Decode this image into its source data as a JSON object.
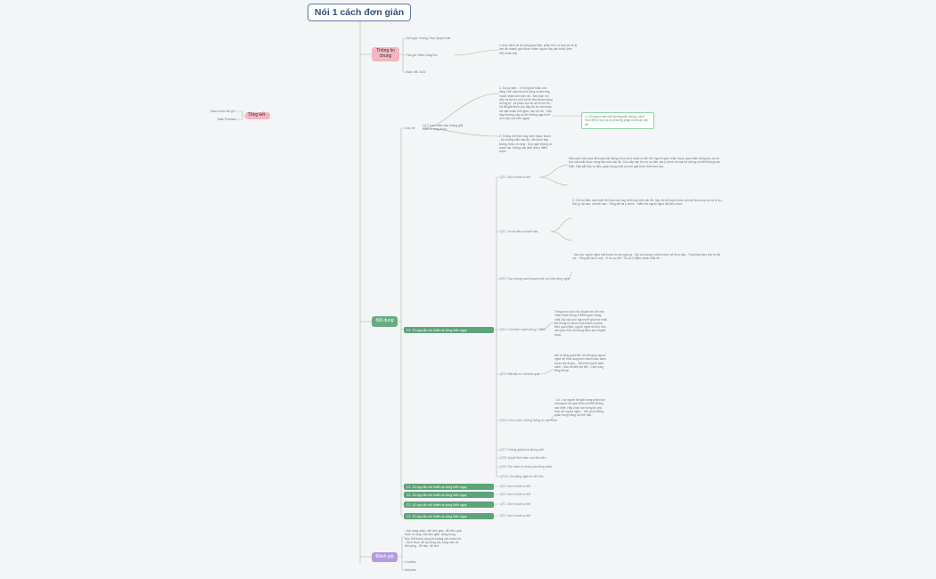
{
  "root": {
    "title": "Nói 1 cách đơn giản"
  },
  "branches": {
    "general": "Thông tin chung",
    "content": "Nội dung",
    "evaluate": "Đánh giá",
    "left_tag": "Tổng kết ·"
  },
  "general_items": [
    "Dịch giả: Vương Thục Quỳnh Anh",
    "Tác giả: Shen DongYou",
    "Năm XB: 2022"
  ],
  "general_note": "1 cuốn sách về kỹ năng giao tiếp, phân tích, tư duy và xử lý vấn đề nhanh gọn được nhiều người đọc yêu thích (trên 900 nhận xét)",
  "left_items": [
    "Sách muốn hỏi gì?",
    "Main Problem"
  ],
  "question": {
    "label": "Vấn đề",
    "text": "Có 2 lí do khiến bạn không giải thích rõ ràng được",
    "text1": "1. Do sự bận: - Vì bị người khác cho rằng 'chê' của mình là đúng và thường muốn nhận cảm tình đó - Nếu bạn ôm việc và trả lời, mỗi trả lời đều thuộc dạng 'lưỡng lự', và phần còn lại chỉ là mơ hồ - Và để giải thích cho đầy đủ thì cảm thấy rất mất nhiều thời gian, nên bỏ dở - Việc này thường xảy ra với những người trẻ và ít tiếp xúc bên ngoài",
    "text2": "2. Không thể trình bày rành mạch được: - Do không hiểu vấn đề, nên trình bày không được rõ ràng - Suy nghĩ không có mạch lạc, không xác định được điểm chính",
    "result": "=> Chúng ta cần một hướng dẫn chung, cách thức để tư duy và có phương pháp trình bày vấn đề"
  },
  "chapter_title": "C1. 10 quy tắc nói khiến ai cũng hiểu ngay",
  "sections": [
    {
      "label": "QT1: Nói ít nhất có thể",
      "text": "Một cách hiệu quả để truyền tải thông tin là nói ít nhất có thể. Khi người nghe nhận được quá nhiều thông tin, họ sẽ khó nắm bắt được trọng tâm của vấn đề. Cần sắp xếp thứ tự ưu tiên các ý chính và loại bỏ những chi tiết không cần thiết. Hãy bắt đầu từ điều quan trọng nhất rồi mới giải thích thêm khi cần."
    },
    {
      "label": "QT2: Trước tiên nói kết luận",
      "text": "3. Chỉ nói điều cần thiết: Khi báo cáo hay trình bày một vấn đề, hãy nói kết luận trước rồi mới đưa ra lý do và ví dụ. - Nói gì, tại sao, nói thế nào - Tổng kết lại ý chính - Kiểm tra người nghe đã hiểu chưa"
    },
    {
      "label": "QT3: Tạo khung cảnh chuyên tải cho việc lắng nghe",
      "text": "- Nói cho người nghe biết trước họ sẽ nghe gì - Nói số lượng ý chính mình sẽ trình bày - Trình bày theo thứ tự đã nói - Tổng kết lại ở cuối - Ví dụ cụ thể: 'Tôi có 3 điểm muốn chia sẻ...'"
    },
    {
      "label": "QT4: Chỉ nhấn mạnh đúng 3 điểm",
      "text": "Trong mọi cuộc nói chuyện thì chỉ nên nhấn mạnh đúng 3 điểm quan trọng nhất. Bộ não con người dễ ghi nhớ nhất khi thông tin được chia thành 3 phần. Nếu quá nhiều, người nghe sẽ khó nhớ; nếu quá ít thì nội dung thiếu sức thuyết phục."
    },
    {
      "label": "QT5: Bắt đầu từ cái khái quát",
      "text": "Nói từ tổng quát đến chi tiết giúp người nghe dễ hình dung bức tranh toàn cảnh trước khi đi sâu. - Nêu bức tranh toàn cảnh - Sau đó đến chi tiết - Cuối cùng tổng kết lại"
    },
    {
      "label": "QT6: Chỉ ưu tiên những thông tin cần thiết",
      "text": "- Có 1 số người rất giỏi trong phân tích nhưng lại nói quá nhiều chi tiết không cần thiết. Hãy chọn lọc thông tin phù hợp với người nghe. - Nói gì là không quan trọng bằng nói thế nào"
    },
    {
      "label": "QT7: Không giải thích không biết",
      "text": ""
    },
    {
      "label": "QT8: Quyết định cảm xúc đầu tiên",
      "text": ""
    },
    {
      "label": "QT9: Tìm kiếm từ khóa của riêng mình",
      "text": ""
    },
    {
      "label": "QT10: Nói bằng ngôn từ dễ hiểu",
      "text": ""
    }
  ],
  "other_chapters": [
    {
      "title": "C1. 10 quy tắc nói khiến ai cũng hiểu ngay",
      "label": "QT1: Nói ít nhất có thể"
    },
    {
      "title": "C1. 10 quy tắc nói khiến ai cũng hiểu ngay",
      "label": "QT1: Nói ít nhất có thể"
    },
    {
      "title": "C1. 10 quy tắc nói khiến ai cũng hiểu ngay",
      "label": "QT1: Nói ít nhất có thể"
    },
    {
      "title": "C1. 10 quy tắc nói khiến ai cũng hiểu ngay",
      "label": "QT1: Nói ít nhất có thể"
    }
  ],
  "evaluate_items": [
    "- Nội dung sách: viết đơn giản, dễ hiểu, giải thích rõ ràng. Nói đơn giản, đúng trọng tâm. Để thành công thì không cần nhiều lời. - Hình thức: dễ áp dụng vào công việc và đời sống - Dễ đọc, dễ nhớ",
    "Conflicts",
    "Attitudes"
  ]
}
